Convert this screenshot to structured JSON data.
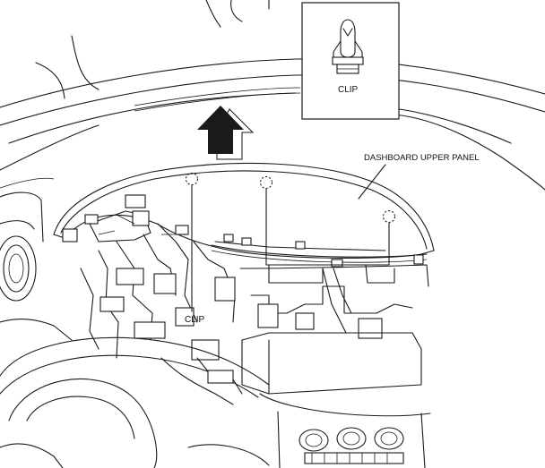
{
  "labels": {
    "clip_callout": "CLIP",
    "panel_label": "DASHBOARD UPPER PANEL",
    "clip_label": "CLIP"
  }
}
